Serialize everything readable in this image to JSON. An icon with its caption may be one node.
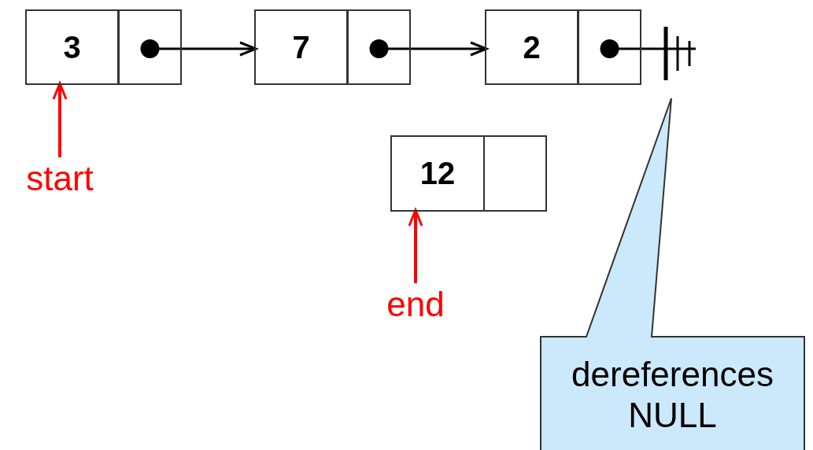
{
  "diagram": {
    "nodes": [
      {
        "text": [
          "3"
        ]
      },
      {
        "text": [],
        "shape": "box"
      },
      {
        "text": [
          "7"
        ]
      },
      {
        "text": [],
        "shape": "box"
      },
      {
        "text": [
          "2"
        ]
      },
      {
        "text": [],
        "shape": "box"
      },
      {
        "text": [
          "12"
        ]
      },
      {
        "text": [],
        "shape": "box"
      },
      {
        "text": [
          "start"
        ]
      },
      {
        "text": [
          "end"
        ]
      },
      {
        "text": [],
        "shape": "picture"
      },
      {
        "text": [
          "dereferences NULL"
        ]
      }
    ],
    "edges": [
      {
        "from": 1,
        "to": 2,
        "arrow": "to"
      },
      {
        "from": 3,
        "to": 4,
        "arrow": "to"
      },
      {
        "from": 5,
        "to": 10,
        "arrow": "other"
      },
      {
        "from": 8,
        "to": 0,
        "arrow": "to",
        "color": "#ff0000"
      },
      {
        "from": 9,
        "to": 6,
        "arrow": "to",
        "color": "#ff0000"
      }
    ]
  }
}
